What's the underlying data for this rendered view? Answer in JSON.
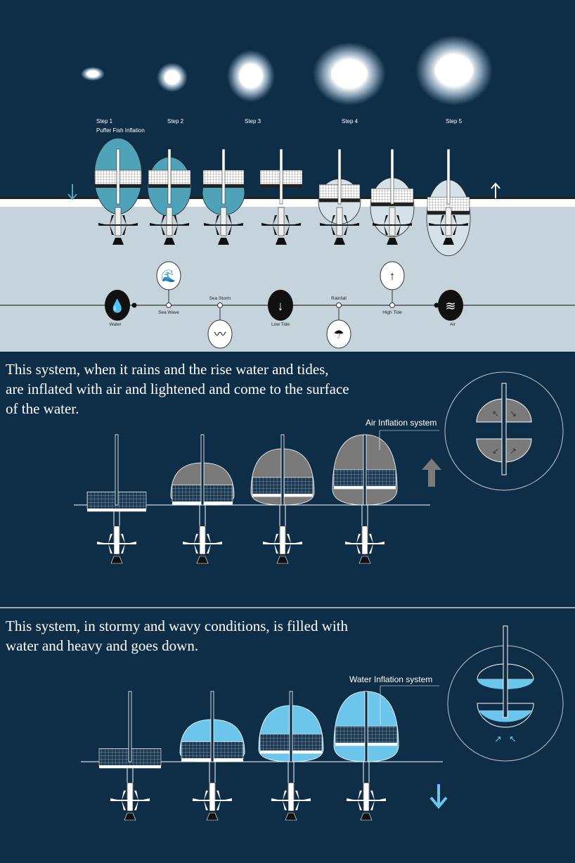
{
  "puffer_steps": [
    {
      "label": "Step 1",
      "sub": "Puffer Fish Inflation"
    },
    {
      "label": "Step 2"
    },
    {
      "label": "Step 3"
    },
    {
      "label": "Step 4"
    },
    {
      "label": "Step 5"
    }
  ],
  "timeline": {
    "water": "Water",
    "sea_wave": "Sea Wave",
    "sea_storm": "Sea Storm",
    "low_tide": "Low Tide",
    "rainfall": "Rainfall",
    "high_tide": "High Tide",
    "air": "Air"
  },
  "air_section": {
    "text": "This system, when it rains and the  rise water and tides, are inflated with air and lightened and come to the surface of the water.",
    "line1": "This system, when it rains and the  rise water and tides,",
    "line2": "are inflated with air and lightened and come to the surface",
    "line3": "of the water.",
    "label": "Air Inflation system"
  },
  "water_section": {
    "line1": "This system, in stormy and wavy conditions, is filled with",
    "line2": "water and heavy and goes down.",
    "label": "Water Inflation system"
  },
  "colors": {
    "navy": "#0e2d47",
    "teal": "#4ea3b8",
    "light": "#c5d4dc",
    "grey": "#7a7a7a",
    "water_blue": "#6cc5ea"
  }
}
